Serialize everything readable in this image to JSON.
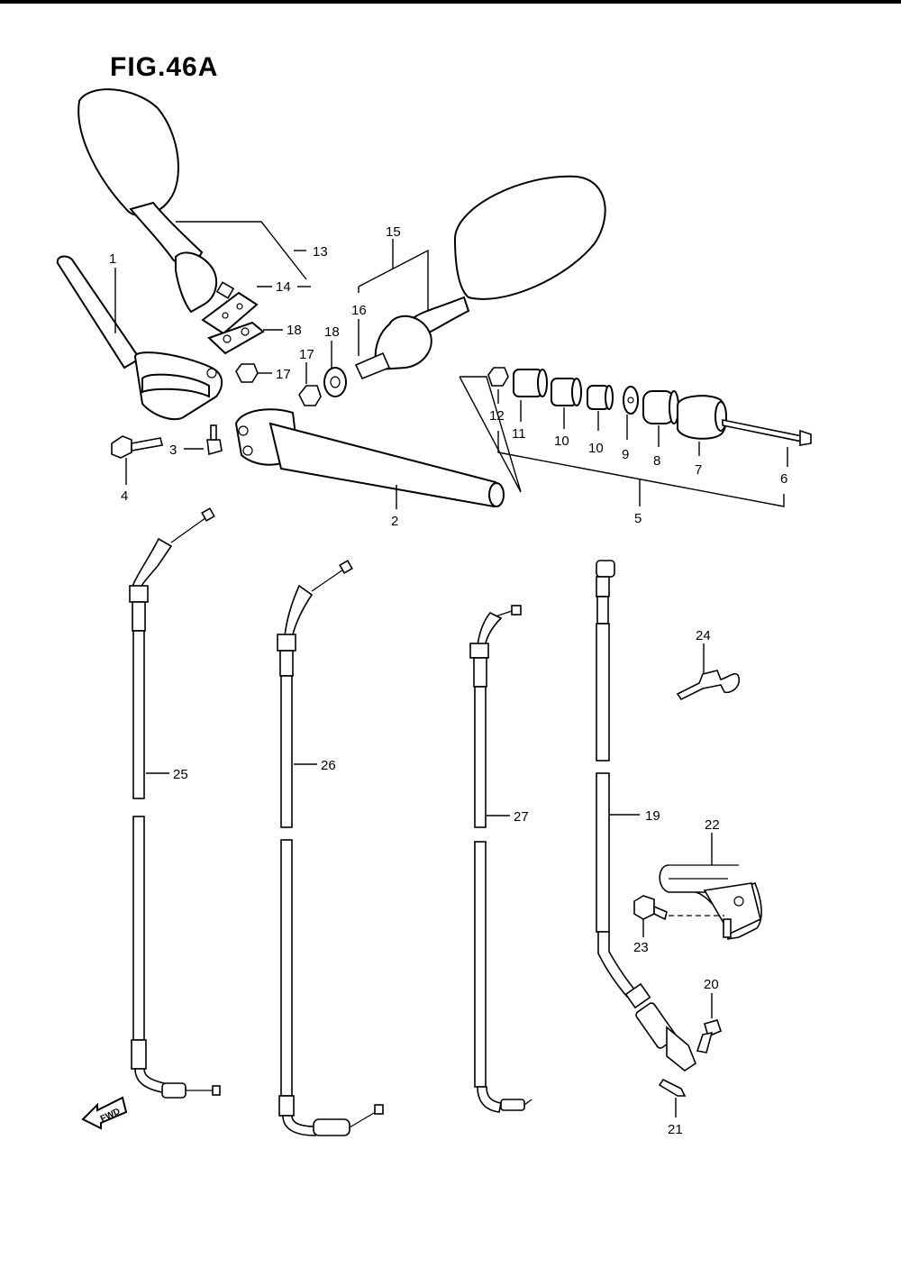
{
  "figure": {
    "title": "FIG.46A"
  },
  "labels": {
    "l1": "1",
    "l2": "2",
    "l3": "3",
    "l4": "4",
    "l5": "5",
    "l6": "6",
    "l7": "7",
    "l8": "8",
    "l9": "9",
    "l10a": "10",
    "l10b": "10",
    "l11": "11",
    "l12": "12",
    "l13": "13",
    "l14": "14",
    "l15": "15",
    "l16": "16",
    "l17a": "17",
    "l17b": "17",
    "l18a": "18",
    "l18b": "18",
    "l19": "19",
    "l20": "20",
    "l21": "21",
    "l22": "22",
    "l23": "23",
    "l24": "24",
    "l25": "25",
    "l26": "26",
    "l27": "27"
  },
  "fwd_label": "FWD"
}
